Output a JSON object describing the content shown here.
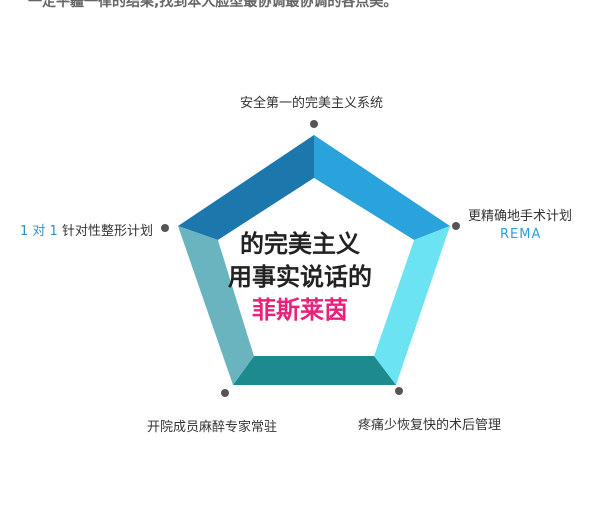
{
  "top_text": "一定平疆一律的结果,找到本人脸型最协调最协调的各点美。",
  "center": {
    "line1": "的完美主义",
    "line2": "用事实说话的",
    "brand": "菲斯莱茵"
  },
  "labels": {
    "top": "安全第一的完美主义系统",
    "right": "更精确地手术计划",
    "right_sub": "REMA",
    "left_prefix": "1 对 1",
    "left": "针对性整形计划",
    "bottom_left": "开院成员麻醉专家常驻",
    "bottom_right": "疼痛少恢复快的术后管理"
  },
  "colors": {
    "face_top_left": "#1c78ac",
    "face_top_right": "#2aa3dc",
    "face_right": "#6be3f2",
    "face_bottom": "#1c8a8f",
    "face_left": "#6ab4bf",
    "brand": "#e8217a"
  }
}
